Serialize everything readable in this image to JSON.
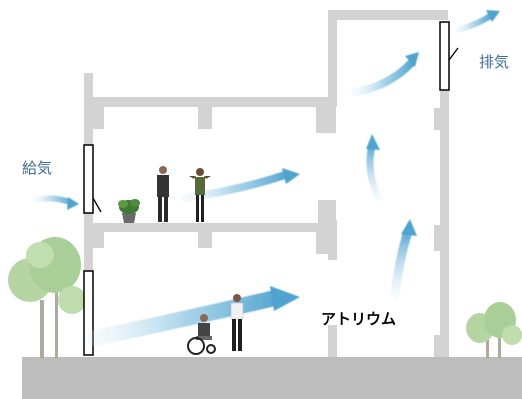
{
  "labels": {
    "supply_air": "給気",
    "exhaust_air": "排気",
    "atrium": "アトリウム"
  },
  "colors": {
    "wall": "#d3d3d3",
    "ground": "#bdbdbd",
    "airflow": "#6fb3d6",
    "label_blue": "#3d6d96",
    "foliage": "#8fbf7a"
  },
  "icons": [
    "tree",
    "potted-plant",
    "person",
    "wheelchair-user",
    "window-vent",
    "airflow-arrow"
  ]
}
